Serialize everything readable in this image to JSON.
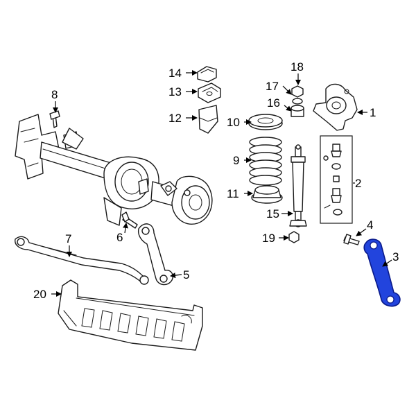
{
  "diagram": {
    "highlight_color": "#2244dd",
    "callouts": {
      "c1": "1",
      "c2": "2",
      "c3": "3",
      "c4": "4",
      "c5": "5",
      "c6": "6",
      "c7": "7",
      "c8": "8",
      "c9": "9",
      "c10": "10",
      "c11": "11",
      "c12": "12",
      "c13": "13",
      "c14": "14",
      "c15": "15",
      "c16": "16",
      "c17": "17",
      "c18": "18",
      "c19": "19",
      "c20": "20"
    }
  }
}
